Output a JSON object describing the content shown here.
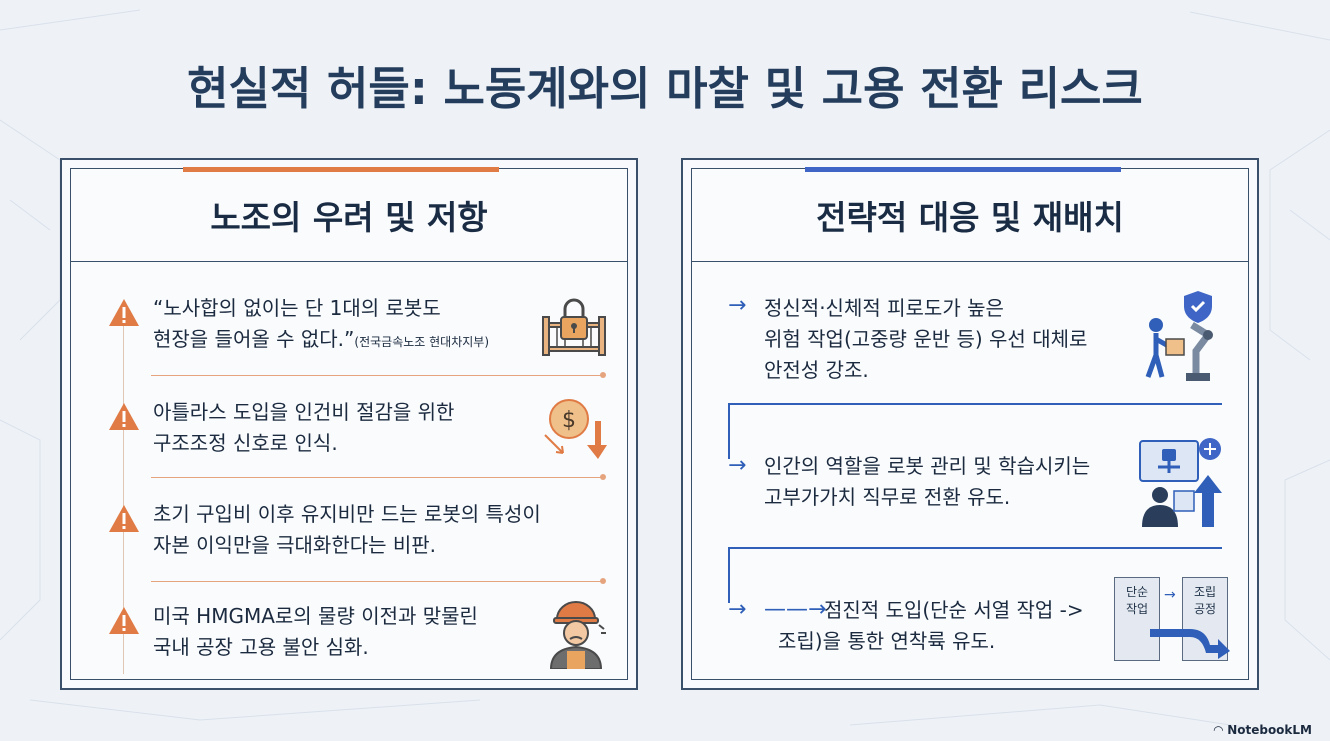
{
  "title": "현실적 허들: 노동계와의 마찰 및 고용 전환 리스크",
  "left_panel": {
    "heading": "노조의 우려 및 저항",
    "items": [
      {
        "line1": "“노사합의 없이는 단 1대의 로봇도",
        "line2": "현장을 들어올 수 없다.”",
        "note": "(전국금속노조 현대차지부)",
        "icon": "locked-gate-icon"
      },
      {
        "line1": "아틀라스 도입을 인건비 절감을 위한",
        "line2": "구조조정 신호로 인식.",
        "icon": "dollar-down-icon"
      },
      {
        "line1": "초기 구입비 이후 유지비만 드는 로봇의 특성이",
        "line2": "자본 이익만을 극대화한다는 비판.",
        "icon": ""
      },
      {
        "line1": "미국 HMGMA로의 물량 이전과 맞물린",
        "line2": "국내 공장 고용 불안 심화.",
        "icon": "worried-worker-icon"
      }
    ]
  },
  "right_panel": {
    "heading": "전략적 대응 및 재배치",
    "items": [
      {
        "line1": "정신적·신체적 피로도가 높은",
        "line2": "위험 작업(고중량 운반 등) 우선 대체로",
        "line3": "안전성 강조.",
        "icon": "robot-arm-safety-icon"
      },
      {
        "line1": "인간의 역할을 로봇 관리 및 학습시키는",
        "line2": "고부가가치 직무로 전환 유도.",
        "icon": "robot-training-icon"
      },
      {
        "line1": "점진적 도입(단순 서열 작업 ->",
        "line2": "조립)을 통한 연착륙 유도.",
        "icon": "process-flow-icon"
      }
    ],
    "flow_box1": [
      "단순",
      "작업"
    ],
    "flow_box2": [
      "조립",
      "공정"
    ]
  },
  "footer": "NotebookLM",
  "colors": {
    "accent_orange": "#e07b45",
    "accent_blue": "#3f66c6",
    "title": "#243d5c"
  }
}
